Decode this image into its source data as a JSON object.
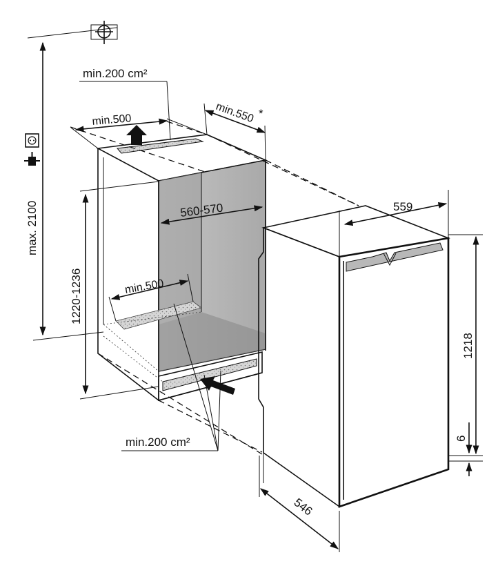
{
  "labels": {
    "max_height": "max. 2100",
    "vent_top_area": "min.200 cm²",
    "top_depth": "min.500",
    "niche_depth": "min.550",
    "niche_depth_note": "*",
    "niche_width": "560-570",
    "niche_height": "1220-1236",
    "floor_depth": "min.500",
    "vent_bottom_area": "min.200 cm²",
    "appliance_width": "559",
    "appliance_height": "1218",
    "plinth_gap": "6",
    "appliance_depth": "546"
  },
  "icons": [
    "level-symbol-icon",
    "socket-icon",
    "plug-icon",
    "airflow-arrow-up-icon",
    "airflow-arrow-in-icon"
  ],
  "colors": {
    "line": "#111111",
    "cavity_shade": "#b9b9b9",
    "floor_shade": "#8f8f8f",
    "vent_fill": "#d0d0d0"
  }
}
